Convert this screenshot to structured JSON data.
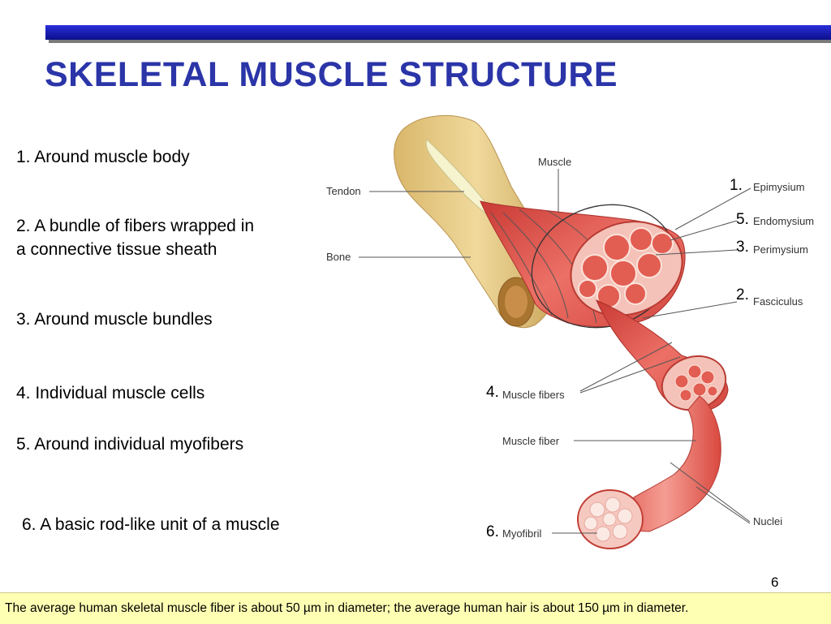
{
  "slide": {
    "title": "SKELETAL MUSCLE STRUCTURE",
    "page_number": "6",
    "footer_note": "The average human skeletal muscle fiber is about 50 µm in diameter; the average human hair is about 150 µm in diameter."
  },
  "definitions": [
    {
      "line1": "1. Around muscle body"
    },
    {
      "line1": "2. A bundle of fibers wrapped in",
      "line2": "a connective tissue sheath"
    },
    {
      "line1": "3. Around muscle bundles"
    },
    {
      "line1": "4. Individual muscle cells"
    },
    {
      "line1": "5. Around individual myofibers"
    },
    {
      "line1": "6. A basic rod-like unit of a muscle"
    }
  ],
  "diagram": {
    "labels": {
      "muscle": "Muscle",
      "tendon": "Tendon",
      "bone": "Bone",
      "epimysium": "Epimysium",
      "endomysium": "Endomysium",
      "perimysium": "Perimysium",
      "fasciculus": "Fasciculus",
      "muscle_fibers": "Muscle fibers",
      "muscle_fiber": "Muscle fiber",
      "nuclei": "Nuclei",
      "myofibril": "Myofibril"
    },
    "numbers": {
      "epimysium": "1.",
      "endomysium": "5.",
      "perimysium": "3.",
      "fasciculus": "2.",
      "muscle_fibers": "4.",
      "myofibril": "6."
    },
    "colors": {
      "muscle": "#e0574e",
      "muscle_light": "#f39a90",
      "bone": "#e8cf8f",
      "tendon": "#f2f0c8"
    }
  }
}
